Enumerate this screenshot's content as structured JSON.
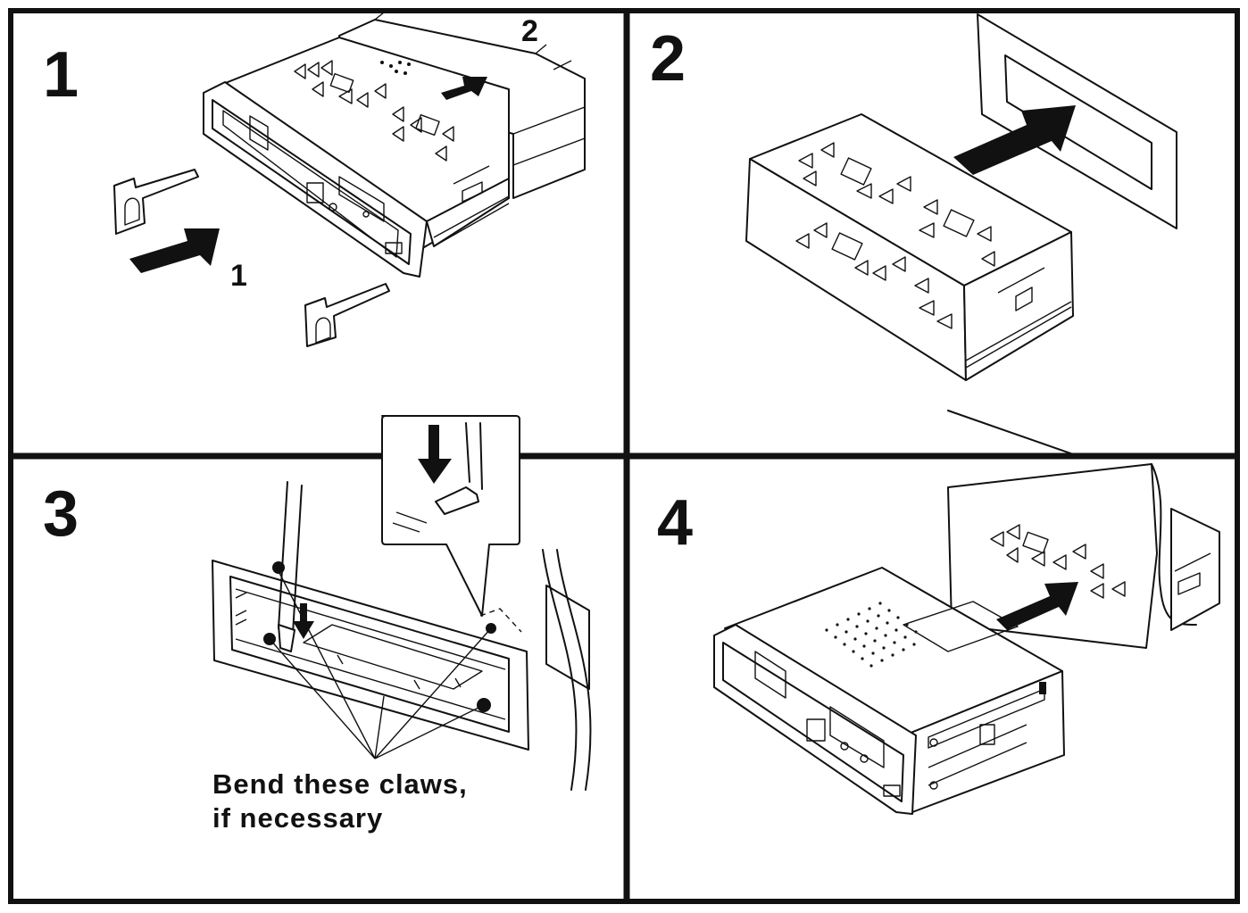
{
  "steps": [
    {
      "number": "1",
      "tags": [
        "1",
        "2"
      ]
    },
    {
      "number": "2"
    },
    {
      "number": "3",
      "caption_line1": "Bend  these claws,",
      "caption_line2": "if  necessary"
    },
    {
      "number": "4"
    }
  ],
  "colors": {
    "line": "#111111",
    "background": "#ffffff"
  }
}
